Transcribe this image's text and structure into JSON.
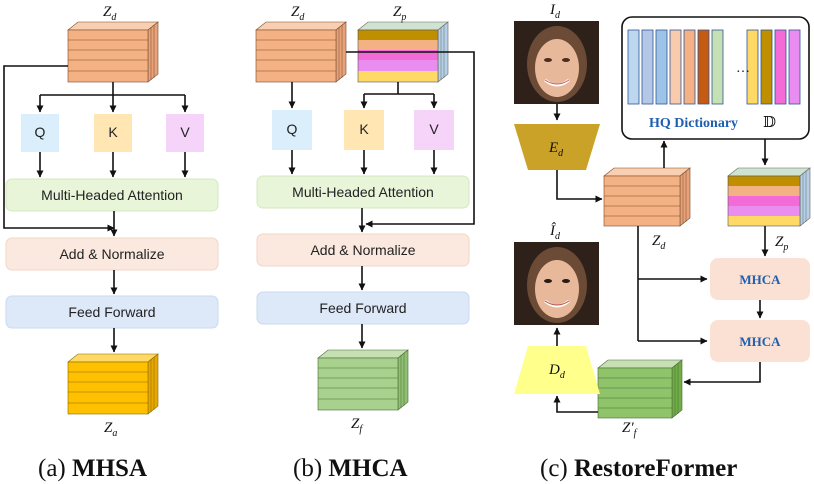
{
  "panel_a": {
    "caption_prefix": "(a) ",
    "caption_bold": "MHSA",
    "input_label": "Z",
    "input_sub": "d",
    "q_label": "Q",
    "k_label": "K",
    "v_label": "V",
    "attention_label": "Multi-Headed Attention",
    "add_norm_label": "Add &  Normalize",
    "ffn_label": "Feed Forward",
    "output_label": "Z",
    "output_sub": "a"
  },
  "panel_b": {
    "caption_prefix": "(b) ",
    "caption_bold": "MHCA",
    "input_d_label": "Z",
    "input_d_sub": "d",
    "input_p_label": "Z",
    "input_p_sub": "p",
    "q_label": "Q",
    "k_label": "K",
    "v_label": "V",
    "attention_label": "Multi-Headed Attention",
    "add_norm_label": "Add &  Normalize",
    "ffn_label": "Feed Forward",
    "output_label": "Z",
    "output_sub": "f"
  },
  "panel_c": {
    "caption_prefix": "(c) ",
    "caption_bold": "RestoreFormer",
    "input_image_label": "I",
    "input_image_sub": "d",
    "encoder_label": "E",
    "encoder_sub": "d",
    "dictionary_label": "HQ Dictionary",
    "dictionary_symbol": "𝔻",
    "dictionary_ellipsis": "…",
    "zd_label": "Z",
    "zd_sub": "d",
    "zp_label": "Z",
    "zp_sub": "p",
    "mhca_top_label": "MHCA",
    "mhca_bottom_label": "MHCA",
    "restored_image_label": "Î",
    "restored_image_sub": "d",
    "decoder_label": "D",
    "decoder_sub": "d",
    "zf_label": "Z′",
    "zf_sub": "f"
  },
  "colors": {
    "orange_tensor": "#f4b183",
    "yellow_tensor": "#ffc000",
    "green_tensor": "#a9d18e",
    "q_box": "#dbeefb",
    "k_box": "#ffe6b3",
    "v_box": "#f6d3f8",
    "attention_box": "#e8f5d8",
    "add_norm_box": "#fbe9df",
    "ffn_box": "#dde9f8",
    "encoder": "#c9a227",
    "decoder": "#ffff8c",
    "mhca_box": "#fbe1d3",
    "mhca_text": "#1f5fb0"
  }
}
